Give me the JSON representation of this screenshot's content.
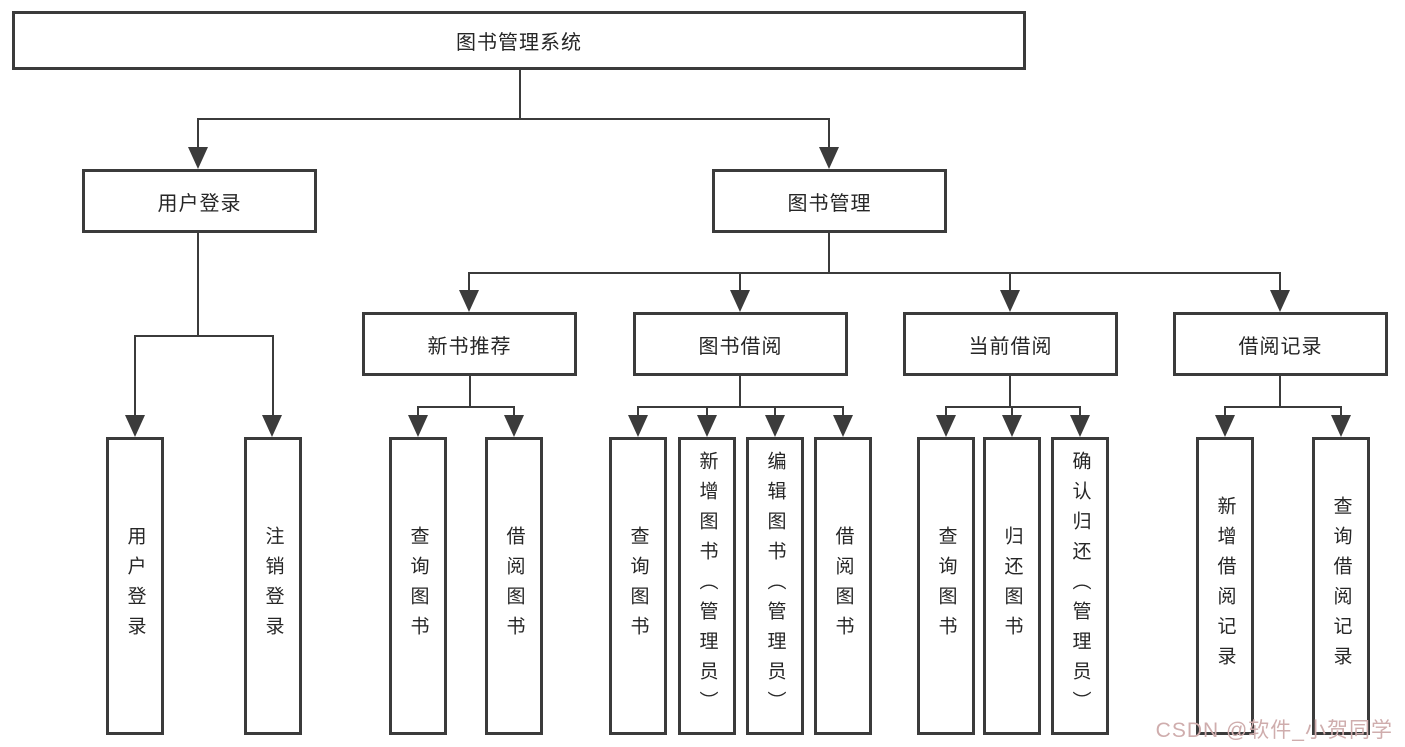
{
  "title": "图书管理系统",
  "level2": [
    "用户登录",
    "图书管理"
  ],
  "level3": [
    "新书推荐",
    "图书借阅",
    "当前借阅",
    "借阅记录"
  ],
  "leaves": {
    "login": [
      "用户登录",
      "注销登录"
    ],
    "recommend": [
      "查询图书",
      "借阅图书"
    ],
    "borrow": [
      "查询图书",
      "新增图书（管理员）",
      "编辑图书（管理员）",
      "借阅图书"
    ],
    "current": [
      "查询图书",
      "归还图书",
      "确认归还（管理员）"
    ],
    "records": [
      "新增借阅记录",
      "查询借阅记录"
    ]
  },
  "watermark": "CSDN @软件_小贺同学",
  "colors": {
    "line": "#3b3b3b",
    "text": "#262626",
    "watermark": "#cfadad",
    "background": "#ffffff"
  }
}
